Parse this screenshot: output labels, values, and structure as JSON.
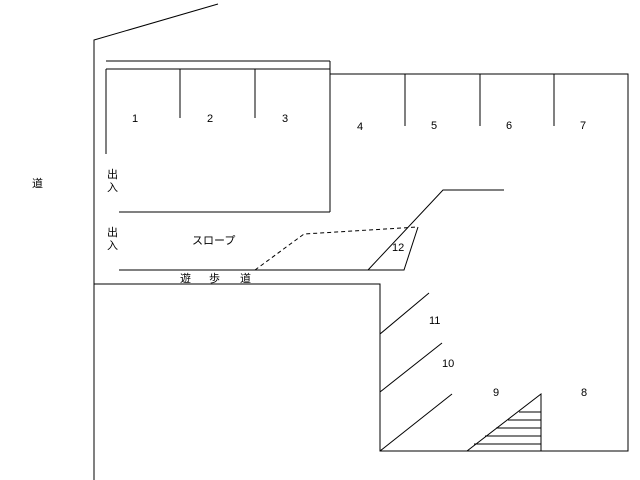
{
  "labels": {
    "road": "道",
    "entrance_char1": "出",
    "entrance_char2": "入",
    "slope": "スロープ",
    "walkway_char1": "遊",
    "walkway_char2": "歩",
    "walkway_char3": "道"
  },
  "parking_spaces": [
    "1",
    "2",
    "3",
    "4",
    "5",
    "6",
    "7",
    "8",
    "9",
    "10",
    "11",
    "12"
  ],
  "colors": {
    "line": "#000000",
    "background": "#ffffff"
  }
}
